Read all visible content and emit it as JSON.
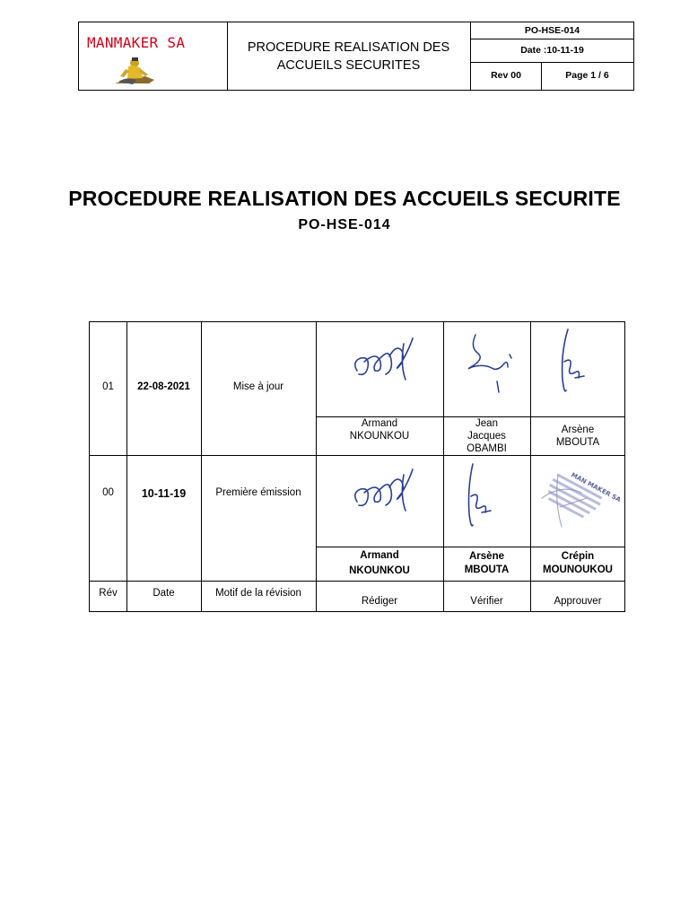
{
  "header": {
    "company": "MANMAKER SA",
    "title": "PROCEDURE REALISATION DES ACCUEILS SECURITES",
    "code": "PO-HSE-014",
    "date": "Date :10-11-19",
    "revision": "Rev 00",
    "page": "Page 1 / 6"
  },
  "document": {
    "title": "PROCEDURE REALISATION DES ACCUEILS SECURITE",
    "code": "PO-HSE-014"
  },
  "revision_table": {
    "rows": [
      {
        "rev": "01",
        "date": "22-08-2021",
        "motif": "Mise à jour",
        "redige": [
          "Armand",
          "NKOUNKOU"
        ],
        "verifie": [
          "Jean",
          "Jacques",
          "OBAMBI"
        ],
        "approuve": [
          "Arsène",
          "MBOUTA"
        ]
      },
      {
        "rev": "00",
        "date": "10-11-19",
        "motif": "Première émission",
        "redige": [
          "Armand",
          "NKOUNKOU"
        ],
        "verifie": [
          "Arsène",
          "MBOUTA"
        ],
        "approuve": [
          "Crépin",
          "MOUNOUKOU"
        ]
      }
    ],
    "footer": {
      "rev": "Rév",
      "date": "Date",
      "motif": "Motif de la révision",
      "redige": "Rédiger",
      "verifie": "Vérifier",
      "approuve": "Approuver"
    },
    "stamp_text": "MAN MAKER SA",
    "signature_color": "#2a3f8f"
  }
}
